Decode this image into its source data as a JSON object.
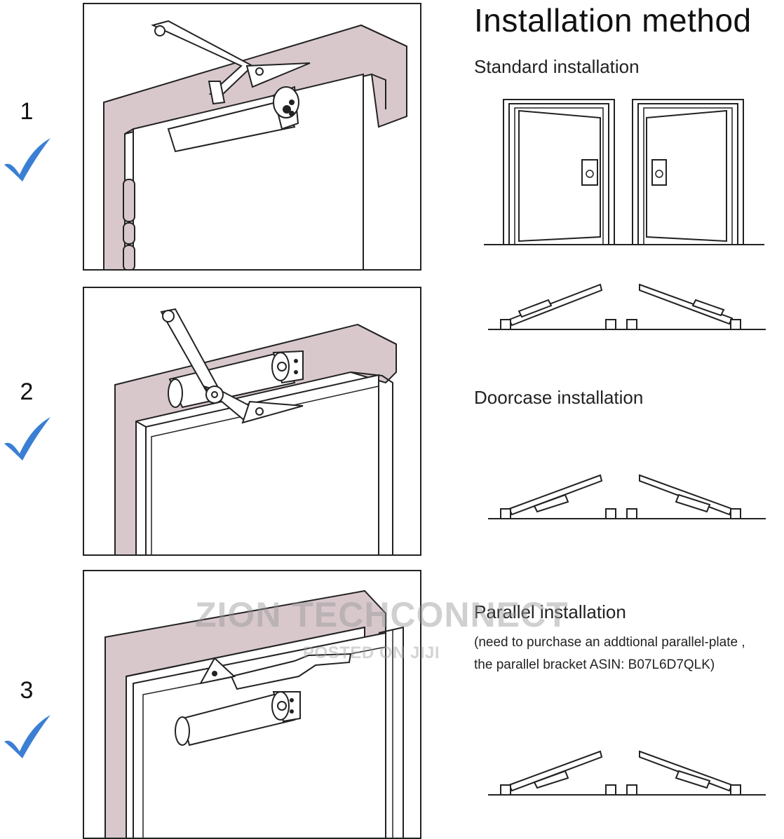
{
  "header": {
    "title": "Installation method"
  },
  "steps": [
    {
      "number": "1"
    },
    {
      "number": "2"
    },
    {
      "number": "3"
    }
  ],
  "sections": [
    {
      "title": "Standard installation"
    },
    {
      "title": "Doorcase installation"
    },
    {
      "title": "Parallel installation",
      "note_line1": "(need to purchase an addtional parallel-plate ,",
      "note_line2": "the parallel bracket ASIN: B07L6D7QLK)"
    }
  ],
  "watermark": {
    "main": "ZION TECHCONNECT",
    "sub": "POSTED ON JIJI"
  },
  "colors": {
    "frame": "#d8c8cc",
    "check": "#3b7fd4",
    "line": "#222222"
  },
  "icons": {
    "check": "checkmark-icon"
  }
}
